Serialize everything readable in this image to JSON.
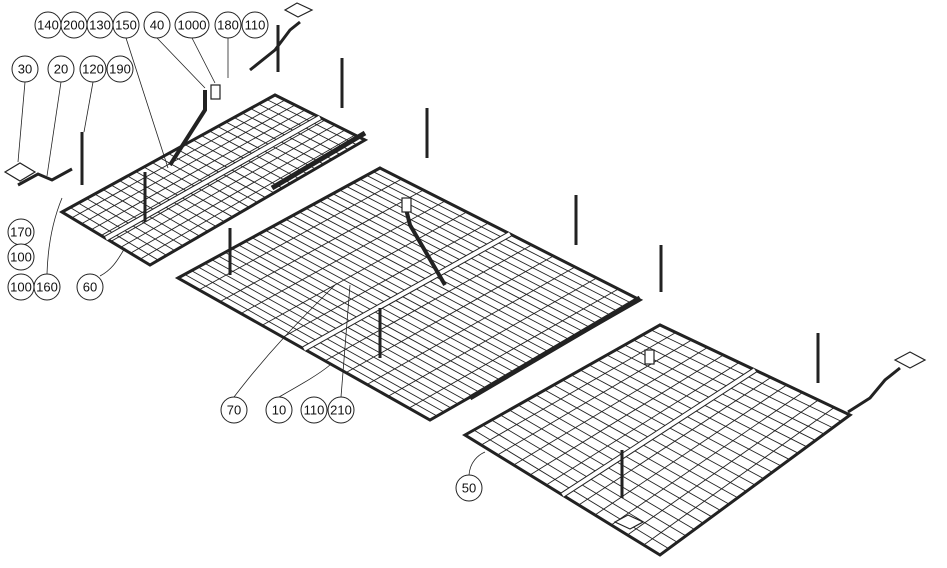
{
  "diagram": {
    "title": "Exploded assembly view of wire mesh panel system",
    "balloons": [
      {
        "id": "b140",
        "label": "140"
      },
      {
        "id": "b200",
        "label": "200"
      },
      {
        "id": "b130",
        "label": "130"
      },
      {
        "id": "b150",
        "label": "150"
      },
      {
        "id": "b40",
        "label": "40"
      },
      {
        "id": "b1000",
        "label": "1000"
      },
      {
        "id": "b180",
        "label": "180"
      },
      {
        "id": "b110a",
        "label": "110"
      },
      {
        "id": "b30",
        "label": "30"
      },
      {
        "id": "b20",
        "label": "20"
      },
      {
        "id": "b120",
        "label": "120"
      },
      {
        "id": "b190",
        "label": "190"
      },
      {
        "id": "b170",
        "label": "170"
      },
      {
        "id": "b100a",
        "label": "100"
      },
      {
        "id": "b100b",
        "label": "100"
      },
      {
        "id": "b160",
        "label": "160"
      },
      {
        "id": "b60",
        "label": "60"
      },
      {
        "id": "b70",
        "label": "70"
      },
      {
        "id": "b10",
        "label": "10"
      },
      {
        "id": "b110b",
        "label": "110"
      },
      {
        "id": "b210",
        "label": "210"
      },
      {
        "id": "b50",
        "label": "50"
      }
    ]
  }
}
